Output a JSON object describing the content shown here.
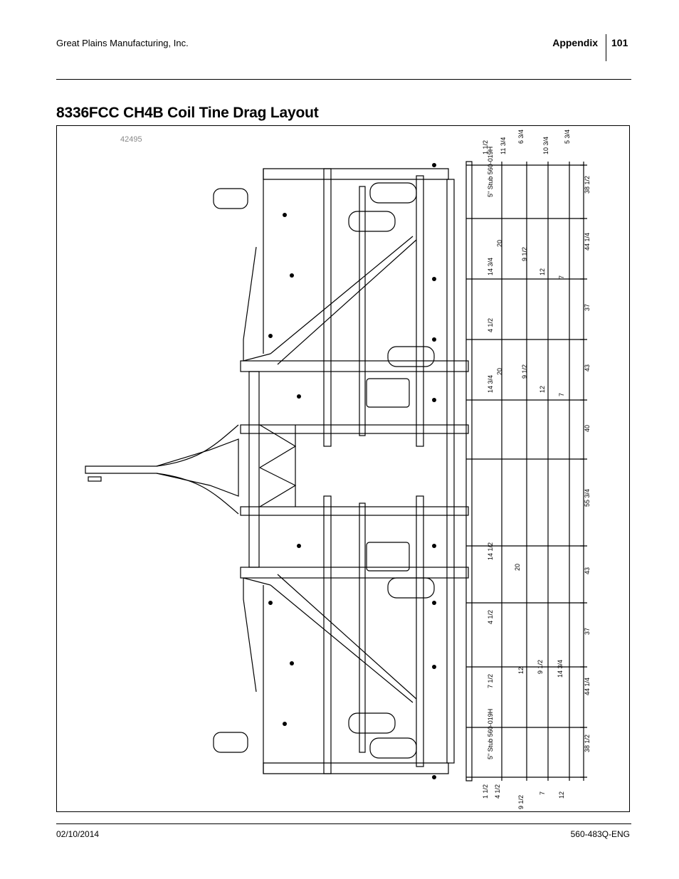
{
  "header": {
    "company": "Great Plains Manufacturing, Inc.",
    "section": "Appendix",
    "page_number": "101"
  },
  "title": "8336FCC CH4B Coil Tine Drag Layout",
  "figure": {
    "figure_id": "42495",
    "callouts": [
      "5\" Stub 560-019H",
      "5\" Stub 560-019H"
    ],
    "dimensions_right": [
      "38 1/2",
      "44 1/4",
      "37",
      "43",
      "40",
      "55 3/4",
      "43",
      "37",
      "44 1/4",
      "38 1/2"
    ],
    "dimensions_top": [
      "6 3/4",
      "5 3/4",
      "10 3/4",
      "11 3/4",
      "1 1/2"
    ],
    "dimensions_mid": [
      "20",
      "9 1/2",
      "14 3/4",
      "12",
      "7",
      "4 1/2",
      "20",
      "9 1/2",
      "14 3/4",
      "12",
      "7",
      "14 1/2",
      "20",
      "4 1/2",
      "12",
      "9 1/2",
      "14 3/4",
      "7 1/2"
    ],
    "dimensions_bottom": [
      "1 1/2",
      "4 1/2",
      "9 1/2",
      "7",
      "12"
    ]
  },
  "footer": {
    "date": "02/10/2014",
    "doc_number": "560-483Q-ENG"
  }
}
